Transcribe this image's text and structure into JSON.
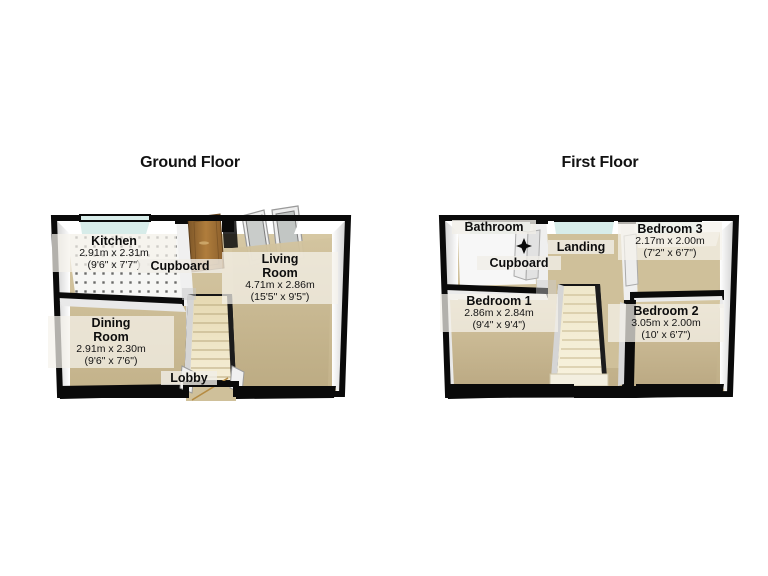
{
  "document": {
    "type": "floor-plan",
    "background_color": "#ffffff"
  },
  "floors": [
    {
      "id": "ground",
      "title": "Ground Floor",
      "rooms": [
        {
          "id": "kitchen",
          "name": "Kitchen",
          "dim_metric": "2.91m x 2.31m",
          "dim_imperial": "(9'6\" x 7'7\")"
        },
        {
          "id": "living",
          "name": "Living\nRoom",
          "name_line1": "Living",
          "name_line2": "Room",
          "dim_metric": "4.71m x 2.86m",
          "dim_imperial": "(15'5\" x 9'5\")"
        },
        {
          "id": "dining",
          "name_line1": "Dining",
          "name_line2": "Room",
          "dim_metric": "2.91m x 2.30m",
          "dim_imperial": "(9'6\" x 7'6\")"
        },
        {
          "id": "cupboard_g",
          "name": "Cupboard",
          "dim_metric": "",
          "dim_imperial": ""
        },
        {
          "id": "lobby",
          "name": "Lobby",
          "dim_metric": "",
          "dim_imperial": ""
        }
      ]
    },
    {
      "id": "first",
      "title": "First Floor",
      "rooms": [
        {
          "id": "bathroom",
          "name": "Bathroom",
          "dim_metric": "",
          "dim_imperial": ""
        },
        {
          "id": "cupboard_f",
          "name": "Cupboard",
          "dim_metric": "",
          "dim_imperial": ""
        },
        {
          "id": "landing",
          "name": "Landing",
          "dim_metric": "",
          "dim_imperial": ""
        },
        {
          "id": "bedroom3",
          "name": "Bedroom 3",
          "dim_metric": "2.17m x 2.00m",
          "dim_imperial": "(7'2\" x 6'7\")"
        },
        {
          "id": "bedroom1",
          "name": "Bedroom 1",
          "dim_metric": "2.86m x 2.84m",
          "dim_imperial": "(9'4\" x 9'4\")"
        },
        {
          "id": "bedroom2",
          "name": "Bedroom 2",
          "dim_metric": "3.05m x 2.00m",
          "dim_imperial": "(10' x 6'7\")"
        }
      ]
    }
  ],
  "colors": {
    "wall_outline": "#0a0a0a",
    "wall_face": "#f2f2f2",
    "carpet": "#cfc09a",
    "carpet_dark": "#b8a87f",
    "tile_floor": "#f4f4f2",
    "window_glass": "#d7ece9",
    "door_wood": "#9a6b33",
    "stair_tread": "#efe6c9",
    "label_text": "#0d0d0d"
  }
}
